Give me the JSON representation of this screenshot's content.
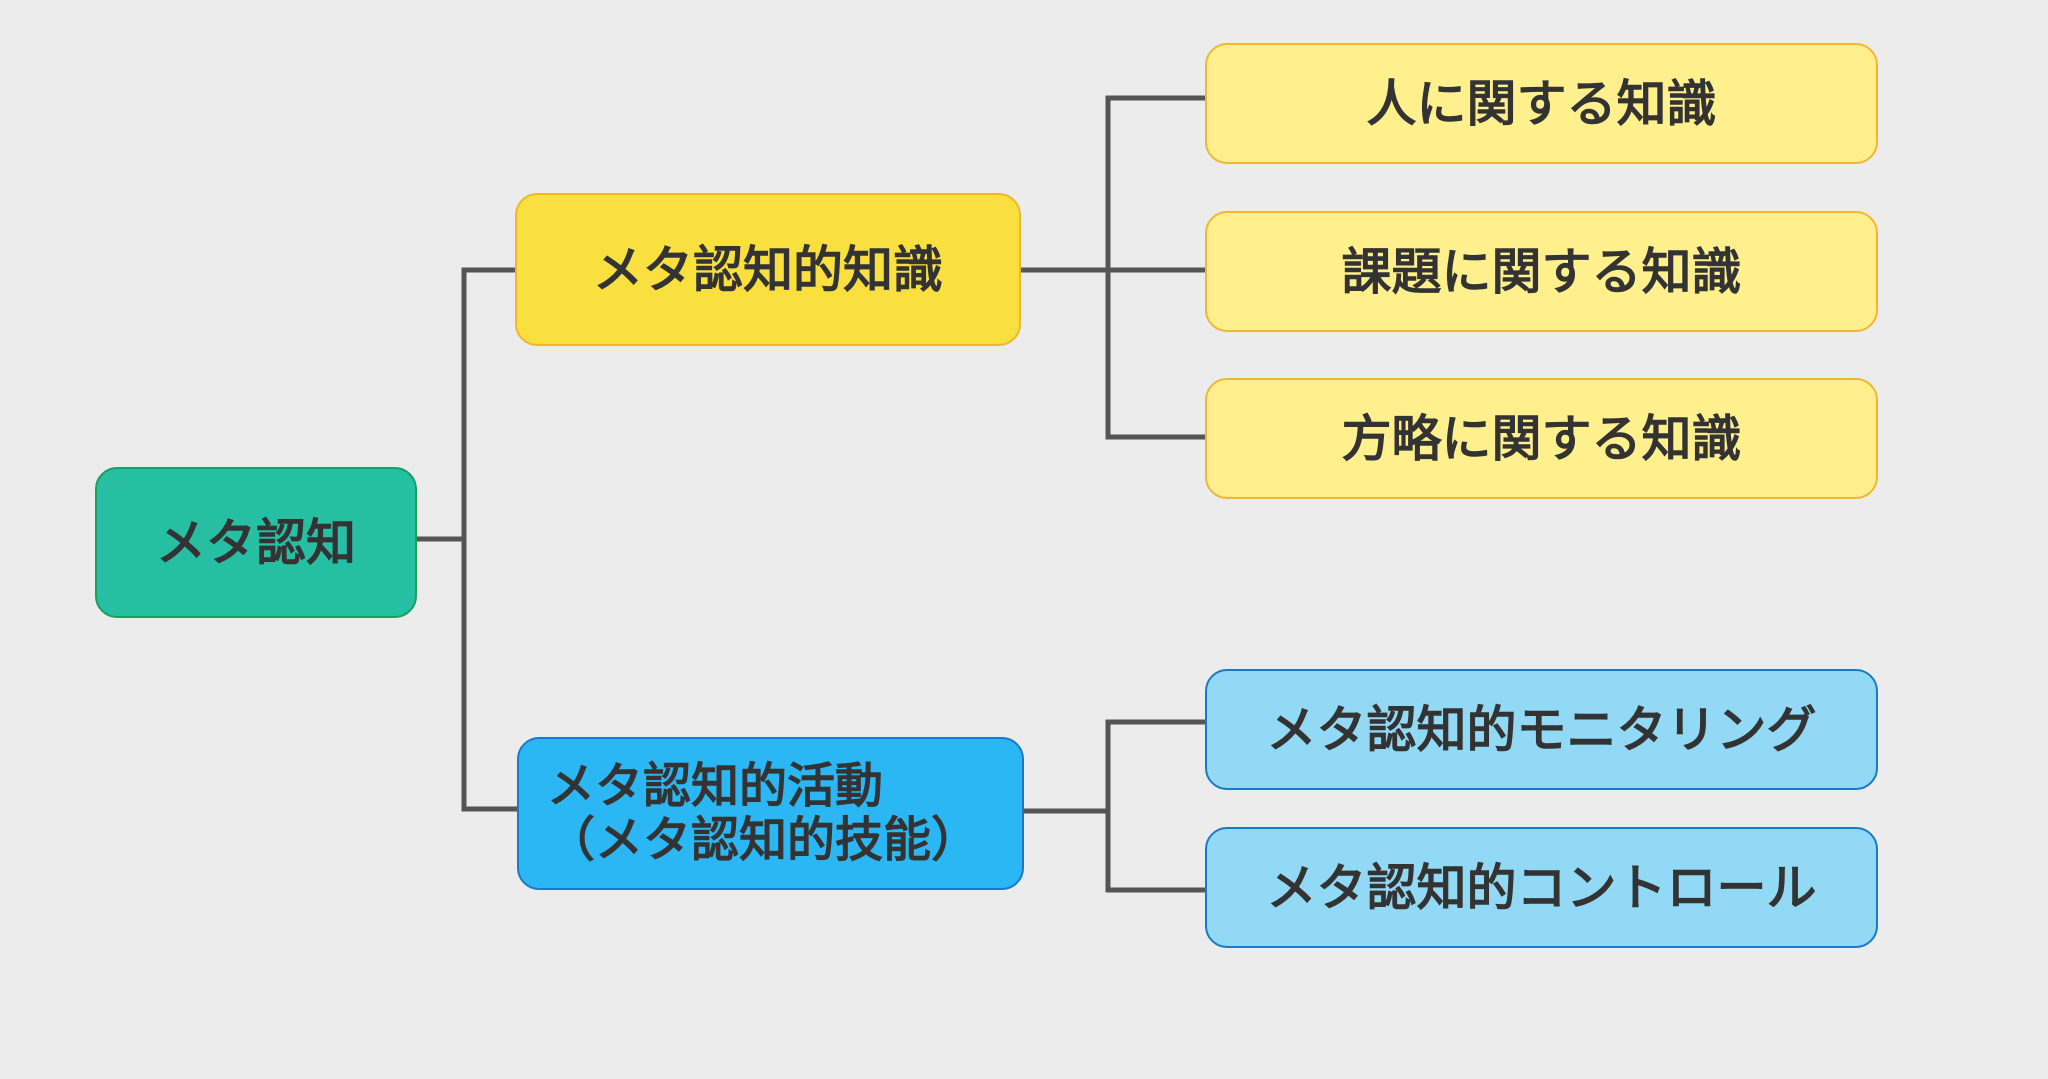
{
  "colors": {
    "background": "#ececec",
    "connector": "#555555",
    "root_fill": "#26bfa4",
    "root_border": "#1aa05c",
    "knowledge_fill": "#f9e03f",
    "knowledge_border": "#f0b72e",
    "knowledge_child_fill": "#fff08d",
    "knowledge_child_border": "#f2b634",
    "activity_fill": "#2bb6f4",
    "activity_border": "#1b79c8",
    "activity_child_fill": "#92d9f6",
    "activity_child_border": "#1b79c8",
    "text": "#333333"
  },
  "mindmap": {
    "root": {
      "label": "メタ認知"
    },
    "branches": [
      {
        "label": "メタ認知的知識",
        "children": [
          {
            "label": "人に関する知識"
          },
          {
            "label": "課題に関する知識"
          },
          {
            "label": "方略に関する知識"
          }
        ]
      },
      {
        "label": "メタ認知的活動\n（メタ認知的技能）",
        "children": [
          {
            "label": "メタ認知的モニタリング"
          },
          {
            "label": "メタ認知的コントロール"
          }
        ]
      }
    ]
  }
}
